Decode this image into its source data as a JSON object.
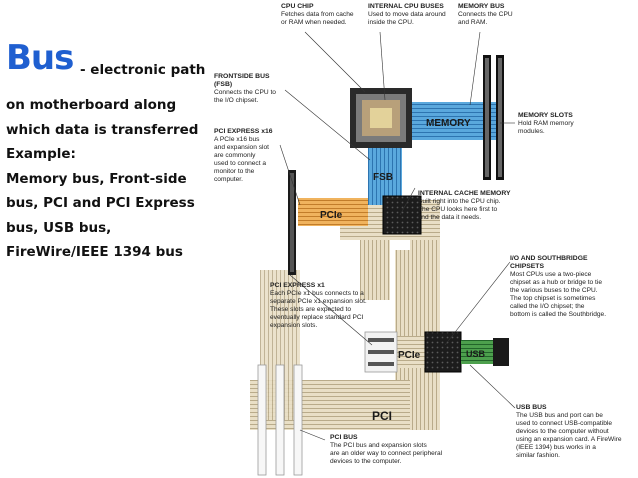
{
  "slide": {
    "title": "Bus",
    "definition": "- electronic path",
    "lines": [
      "on motherboard along",
      "which data is transferred",
      "Example:",
      "Memory bus, Front-side",
      "bus, PCI and PCI Express",
      "bus, USB bus,",
      "FireWire/IEEE 1394 bus"
    ]
  },
  "colors": {
    "title": "#1f5fd0",
    "memory_bus": "#4a9fd8",
    "fsb": "#4a9fd8",
    "pcie_x16": "#e8a24a",
    "pci_bus": "#e7dcc2",
    "usb": "#3a8a3a"
  },
  "diagram": {
    "bus_labels": {
      "memory": "MEMORY",
      "fsb": "FSB",
      "pcie_x16": "PCIe",
      "pcie_x1": "PCIe",
      "usb": "USB",
      "pci": "PCI"
    },
    "callouts": {
      "cpu_chip": {
        "title": "CPU CHIP",
        "text": [
          "Fetches data from cache",
          "or RAM when needed."
        ]
      },
      "internal_cpu_buses": {
        "title": "INTERNAL CPU BUSES",
        "text": [
          "Used to move data around",
          "inside the CPU."
        ]
      },
      "memory_bus": {
        "title": "MEMORY BUS",
        "text": [
          "Connects the CPU",
          "and RAM."
        ]
      },
      "frontside_bus": {
        "title": "FRONTSIDE BUS (FSB)",
        "text": [
          "Connects the CPU to",
          "the I/O chipset."
        ]
      },
      "memory_slots": {
        "title": "MEMORY SLOTS",
        "text": [
          "Hold RAM memory",
          "modules."
        ]
      },
      "pci_express_x16": {
        "title": "PCI EXPRESS x16",
        "text": [
          "A PCIe x16 bus",
          "and expansion slot",
          "are commonly",
          "used to connect a",
          "monitor to the",
          "computer."
        ]
      },
      "internal_cache": {
        "title": "INTERNAL CACHE MEMORY",
        "text": [
          "Built right into the CPU chip.",
          "The CPU looks here first to",
          "find the data it needs."
        ]
      },
      "io_southbridge": {
        "title": "I/O AND SOUTHBRIDGE",
        "title2": "CHIPSETS",
        "text": [
          "Most CPUs use a two-piece",
          "chipset as a hub or bridge to tie",
          "the various buses to the CPU.",
          "The top chipset is sometimes",
          "called the I/O chipset; the",
          "bottom is called the Southbridge."
        ]
      },
      "pci_express_x1": {
        "title": "PCI EXPRESS x1",
        "text": [
          "Each PCIe x1 bus connects to a",
          "separate PCIe x1 expansion slot.",
          "These slots are expected to",
          "eventually replace standard PCI",
          "expansion slots."
        ]
      },
      "usb_bus": {
        "title": "USB BUS",
        "text": [
          "The USB bus and port can be",
          "used to connect USB-compatible",
          "devices to the computer without",
          "using an expansion card. A FireWire",
          "(IEEE 1394) bus works in a",
          "similar fashion."
        ]
      },
      "pci_bus": {
        "title": "PCI BUS",
        "text": [
          "The PCI bus and expansion slots",
          "are an older way to connect peripheral",
          "devices to the computer."
        ]
      }
    }
  }
}
